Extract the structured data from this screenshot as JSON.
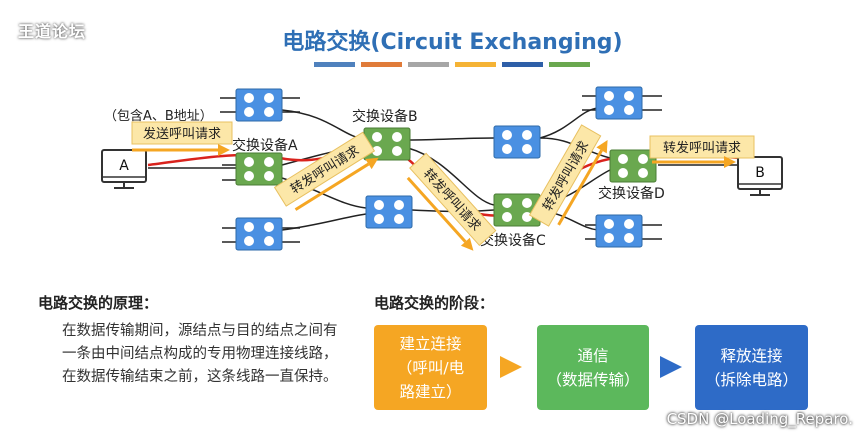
{
  "watermark": "王道论坛",
  "title": "电路交换(Circuit Exchanging)",
  "colorbar": [
    "#4f81bd",
    "#e07b39",
    "#a6a6a6",
    "#f5b335",
    "#2e5fa8",
    "#6aa84f"
  ],
  "diagram": {
    "host_a": "A",
    "host_b": "B",
    "address_note": "（包含A、B地址）",
    "switch_a": "交换设备A",
    "switch_b": "交换设备B",
    "switch_c": "交换设备C",
    "switch_d": "交换设备D",
    "msg_send": "发送呼叫请求",
    "msg_forward": "转发呼叫请求"
  },
  "principle": {
    "title": "电路交换的原理：",
    "body": "在数据传输期间，源结点与目的结点之间有一条由中间结点构成的专用物理连接线路，在数据传输结束之前，这条线路一直保持。"
  },
  "stages": {
    "title": "电路交换的阶段：",
    "items": [
      {
        "line1": "建立连接",
        "line2": "（呼叫/电",
        "line3": "路建立）"
      },
      {
        "line1": "通信",
        "line2": "（数据传输）",
        "line3": ""
      },
      {
        "line1": "释放连接",
        "line2": "（拆除电路）",
        "line3": ""
      }
    ]
  },
  "credit": "CSDN @Loading_Reparo."
}
